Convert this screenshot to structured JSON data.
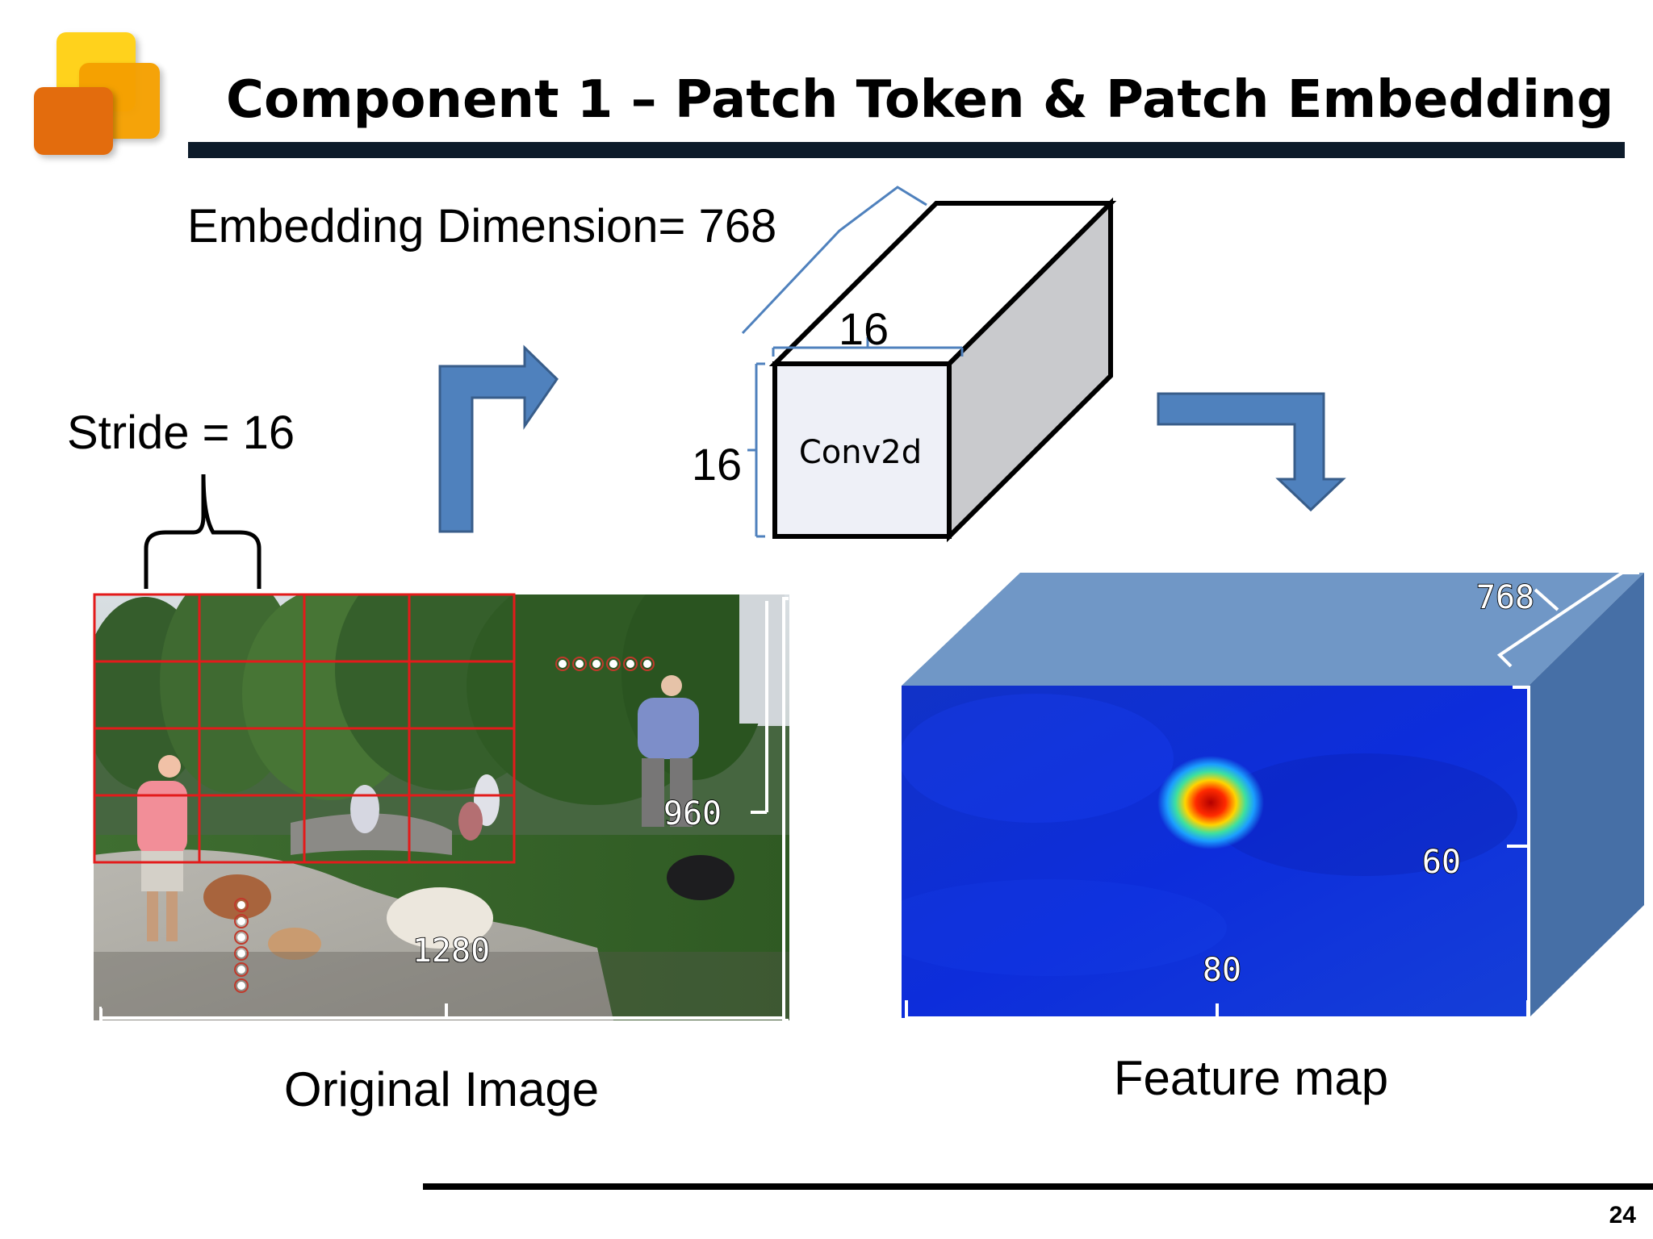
{
  "slide": {
    "title": "Component 1 – Patch Token & Patch Embedding",
    "page_number": "24"
  },
  "labels": {
    "embedding_dimension": "Embedding Dimension= 768",
    "stride": "Stride = 16",
    "kernel_top": "16",
    "kernel_side": "16",
    "conv_block": "Conv2d",
    "image_height": "960",
    "image_width": "1280",
    "feature_depth": "768",
    "feature_height": "60",
    "feature_width": "80",
    "original_image_caption": "Original Image",
    "feature_map_caption": "Feature map"
  },
  "colors": {
    "title_text": "#000000",
    "title_rule": "#0d1b2a",
    "logo_yellow": "#ffd21a",
    "logo_orange": "#f5a000",
    "logo_deep_orange": "#e36c0a",
    "arrow_blue": "#4f81bd",
    "arrow_outline": "#385d8a",
    "conv_face": "#eef0f7",
    "conv_side": "#c9cacd",
    "conv_top": "#ffffff",
    "grid_red": "#e31b1b",
    "feature_top": "#7097c6",
    "feature_side": "#466fa6",
    "feature_heat": "#0c2bd9",
    "bracket_blue": "#4f81bd",
    "dots": "#c0392b"
  }
}
